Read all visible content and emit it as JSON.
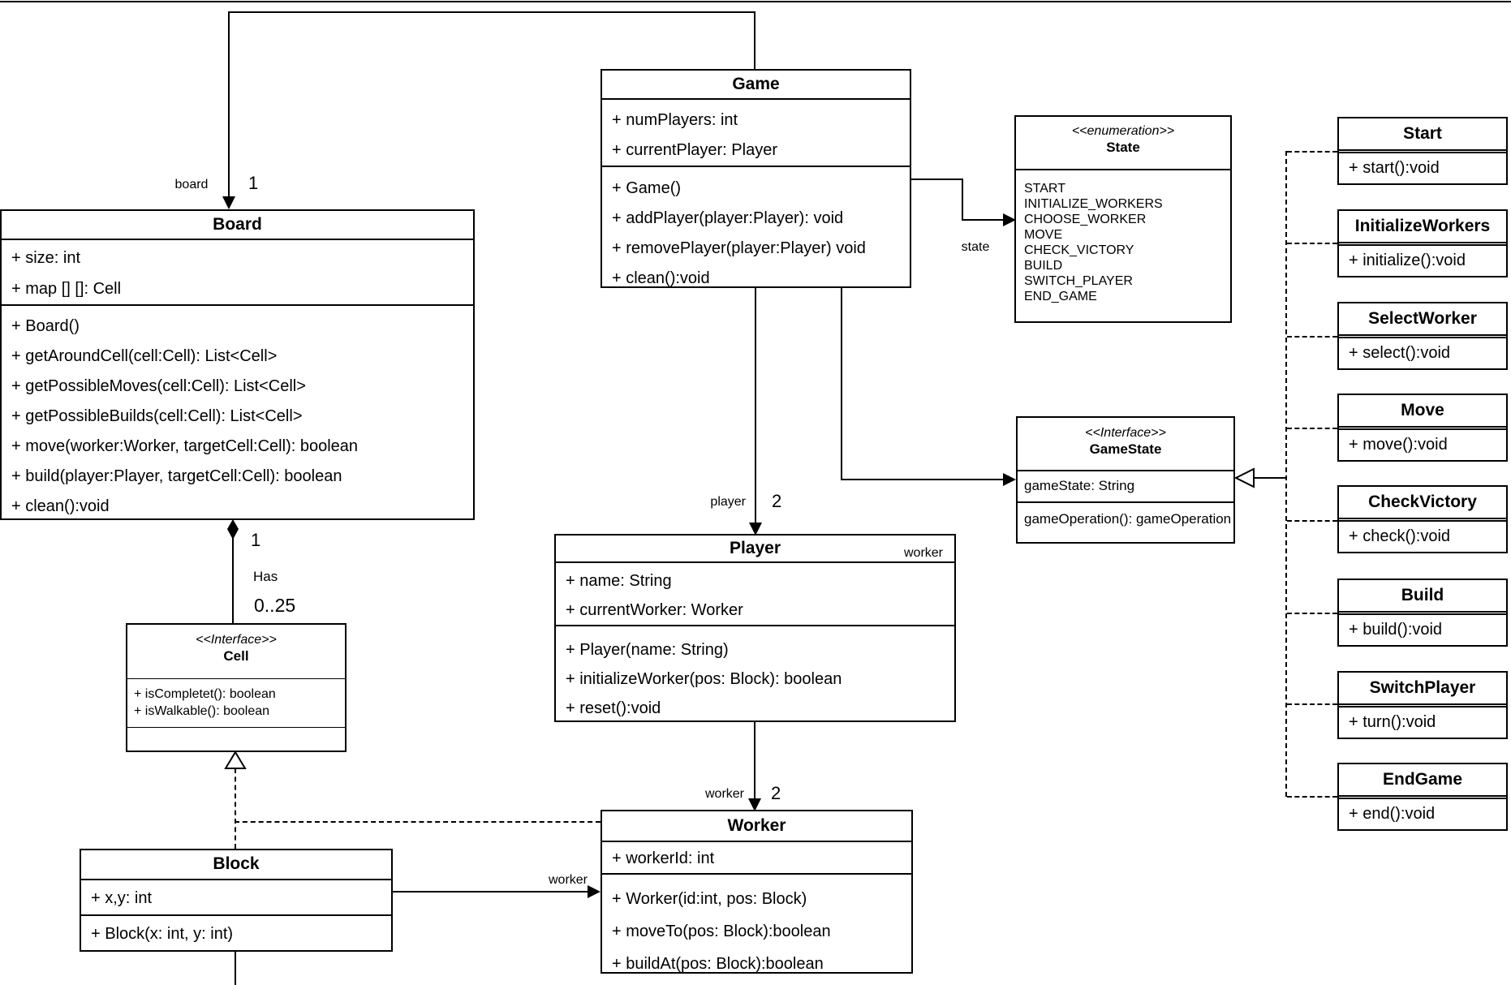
{
  "classes": {
    "game": {
      "title": "Game",
      "attributes": [
        "+ numPlayers: int",
        "+ currentPlayer: Player"
      ],
      "methods": [
        "+ Game()",
        "+ addPlayer(player:Player): void",
        "+ removePlayer(player:Player) void",
        "+ clean():void"
      ]
    },
    "board": {
      "title": "Board",
      "attributes": [
        "+ size: int",
        "+ map [] []: Cell"
      ],
      "methods": [
        "+ Board()",
        "+ getAroundCell(cell:Cell): List<Cell>",
        "+ getPossibleMoves(cell:Cell): List<Cell>",
        "+ getPossibleBuilds(cell:Cell): List<Cell>",
        "+ move(worker:Worker, targetCell:Cell): boolean",
        "+ build(player:Player, targetCell:Cell): boolean",
        "+ clean():void"
      ]
    },
    "state_enum": {
      "stereotype": "<<enumeration>>",
      "title": "State",
      "values": [
        "START",
        "INITIALIZE_WORKERS",
        "CHOOSE_WORKER",
        "MOVE",
        "CHECK_VICTORY",
        "BUILD",
        "SWITCH_PLAYER",
        "END_GAME"
      ]
    },
    "game_state": {
      "stereotype": "<<Interface>>",
      "title": "GameState",
      "attributes": [
        "gameState: String"
      ],
      "methods": [
        "gameOperation(): gameOperation"
      ]
    },
    "player": {
      "title": "Player",
      "corner_label": "worker",
      "attributes": [
        "+ name: String",
        "+ currentWorker: Worker"
      ],
      "methods": [
        "+ Player(name: String)",
        "+ initializeWorker(pos: Block): boolean",
        "+ reset():void"
      ]
    },
    "worker": {
      "title": "Worker",
      "attributes": [
        "+ workerId: int"
      ],
      "methods": [
        "+ Worker(id:int, pos: Block)",
        "+ moveTo(pos: Block):boolean",
        "+ buildAt(pos: Block):boolean"
      ]
    },
    "cell": {
      "stereotype": "<<Interface>>",
      "title": "Cell",
      "methods": [
        "+ isCompletet(): boolean",
        "+ isWalkable(): boolean"
      ]
    },
    "block": {
      "title": "Block",
      "attributes": [
        "+ x,y: int"
      ],
      "methods": [
        "+ Block(x: int, y: int)"
      ]
    },
    "states": [
      {
        "title": "Start",
        "method": "+ start():void"
      },
      {
        "title": "InitializeWorkers",
        "method": "+ initialize():void"
      },
      {
        "title": "SelectWorker",
        "method": "+ select():void"
      },
      {
        "title": "Move",
        "method": "+ move():void"
      },
      {
        "title": "CheckVictory",
        "method": "+ check():void"
      },
      {
        "title": "Build",
        "method": "+ build():void"
      },
      {
        "title": "SwitchPlayer",
        "method": "+ turn():void"
      },
      {
        "title": "EndGame",
        "method": "+ end():void"
      }
    ]
  },
  "labels": {
    "board_role": "board",
    "board_mult": "1",
    "state_role": "state",
    "player_role": "player",
    "player_mult": "2",
    "worker_role": "worker",
    "worker_mult": "2",
    "block_worker_role": "worker",
    "has_source_mult": "1",
    "has_name": "Has",
    "has_target_mult": "0..25"
  },
  "colors": {
    "line": "#000000",
    "background": "#ffffff"
  }
}
